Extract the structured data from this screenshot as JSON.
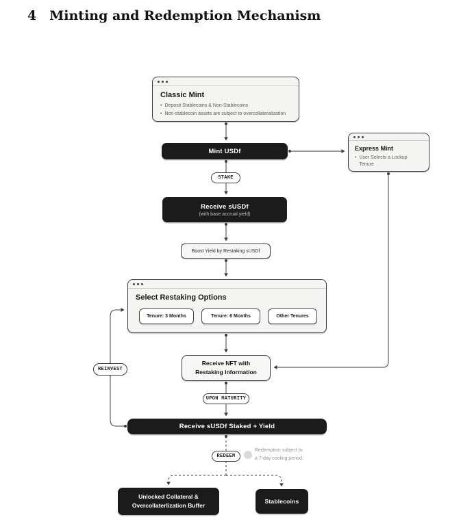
{
  "title": {
    "number": "4",
    "text": "Minting and Redemption Mechanism"
  },
  "nodes": {
    "classic_mint": {
      "title": "Classic Mint",
      "bullet_glyph": "•",
      "bullet1": "Deposit Stablecoins & Non-Stablecoins",
      "bullet2": "Non-stablecoin assets are subject to overcollateralization"
    },
    "mint_usdf": "Mint USDf",
    "express_mint": {
      "title": "Express Mint",
      "bullet_glyph": "•",
      "bullet1": "User Selects a Lockup Tenure"
    },
    "stake": "STAKE",
    "receive_susdf": {
      "title": "Receive sUSDf",
      "subtitle": "(with base accrual yield)"
    },
    "boost_yield": "Boost Yield by Restaking sUSDf",
    "restaking": {
      "title": "Select Restaking Options",
      "option1": "Tenure: 3 Months",
      "option2": "Tenure: 6 Months",
      "option3": "Other Tenures"
    },
    "reinvest": "REINVEST",
    "receive_nft": {
      "line1": "Receive NFT with",
      "line2": "Restaking Information"
    },
    "upon_maturity": "UPON MATURITY",
    "receive_staked_yield": "Receive sUSDf Staked + Yield",
    "redeem": "REDEEM",
    "redemption_note": {
      "line1": "Redemption subject to",
      "line2": "a 7-day cooling period."
    },
    "unlocked_collateral": {
      "line1": "Unlocked Collateral &",
      "line2": "Overcollaterlization Buffer"
    },
    "stablecoins": "Stablecoins"
  },
  "colors": {
    "dark_box": "#1b1b1b",
    "window_bg": "#f4f4f2",
    "light_box_bg": "#f7f7f5",
    "border": "#3c3c3c",
    "line": "#3c3c3c",
    "muted_text": "#5c5c5c",
    "note_text": "#939393",
    "subtitle_text": "#c4c4c4"
  }
}
